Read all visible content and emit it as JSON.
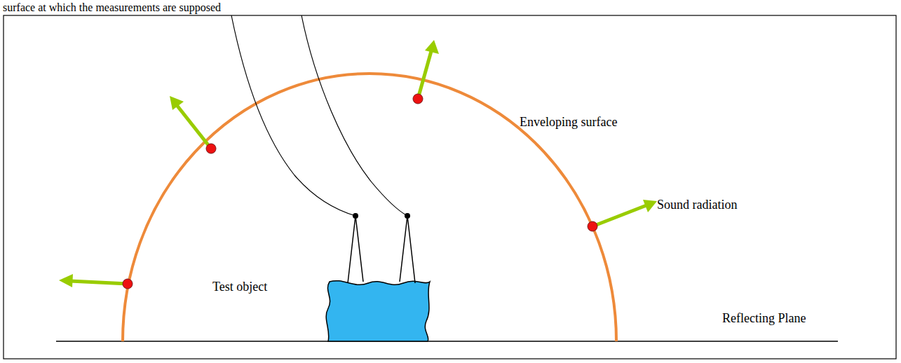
{
  "diagram": {
    "labels": [
      "surface at which the measurements are supposed",
      "Enveloping surface",
      "Sound radiation",
      "Test object",
      "Reflecting Plane"
    ]
  }
}
